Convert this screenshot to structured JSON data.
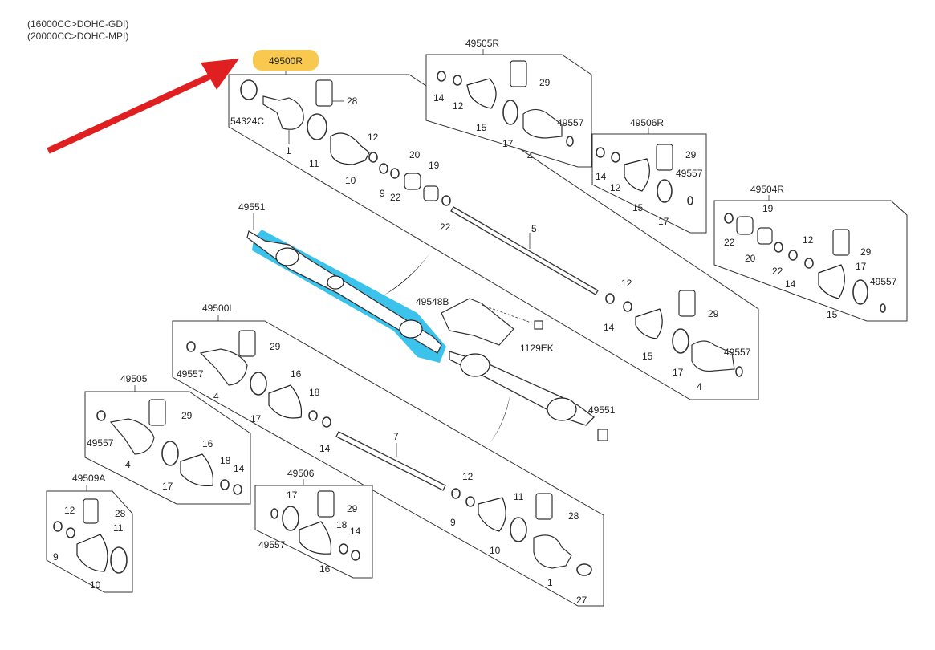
{
  "header": {
    "line1": "(16000CC>DOHC-GDI)",
    "line2": "(20000CC>DOHC-MPI)"
  },
  "highlight_color": "#f9c84e",
  "shaft_highlight_color": "#1ab8e8",
  "arrow_color": "#e02020",
  "groups": {
    "g49500R": "49500R",
    "g49505R": "49505R",
    "g49506R": "49506R",
    "g49504R": "49504R",
    "g49500L": "49500L",
    "g49505": "49505",
    "g49506": "49506",
    "g49509A": "49509A"
  },
  "parts": {
    "p54324C": "54324C",
    "p28a": "28",
    "p1a": "1",
    "p11a": "11",
    "p10a": "10",
    "p12a": "12",
    "p9a": "9",
    "p22a": "22",
    "p20a": "20",
    "p19a": "19",
    "p22b": "22",
    "p5": "5",
    "p12b": "12",
    "p14a": "14",
    "p15a": "15",
    "p29a": "29",
    "p17a": "17",
    "p49557a": "49557",
    "p4a": "4",
    "r_14": "14",
    "r_12": "12",
    "r_15": "15",
    "r_29": "29",
    "r_17": "17",
    "r_49557": "49557",
    "r_4": "4",
    "s_14": "14",
    "s_12": "12",
    "s_15": "15",
    "s_29": "29",
    "s_49557": "49557",
    "s_17": "17",
    "t_19": "19",
    "t_22": "22",
    "t_20": "20",
    "t_12": "12",
    "t_29": "29",
    "t_22b": "22",
    "t_14": "14",
    "t_17": "17",
    "t_15": "15",
    "t_49557": "49557",
    "m_49551a": "49551",
    "m_49548B": "49548B",
    "m_1129EK": "1129EK",
    "m_49551b": "49551",
    "l_29": "29",
    "l_49557": "49557",
    "l_4": "4",
    "l_16": "16",
    "l_18": "18",
    "l_17": "17",
    "l_14": "14",
    "l_7": "7",
    "l_12": "12",
    "l_9": "9",
    "l_11": "11",
    "l_28": "28",
    "l_10": "10",
    "l_1": "1",
    "l_27": "27",
    "a_29": "29",
    "a_49557": "49557",
    "a_4": "4",
    "a_16": "16",
    "a_18": "18",
    "a_14": "14",
    "a_17": "17",
    "b_17": "17",
    "b_29": "29",
    "b_49557": "49557",
    "b_18": "18",
    "b_14": "14",
    "b_16": "16",
    "c_12": "12",
    "c_28": "28",
    "c_11": "11",
    "c_9": "9",
    "c_10": "10"
  }
}
